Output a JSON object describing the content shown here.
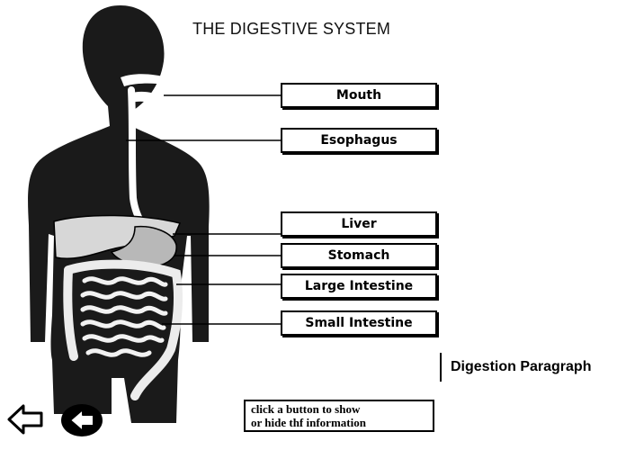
{
  "title": "THE DIGESTIVE SYSTEM",
  "labels": {
    "mouth": "Mouth",
    "esophagus": "Esophagus",
    "liver": "Liver",
    "stomach": "Stomach",
    "large_intestine": "Large Intestine",
    "small_intestine": "Small Intestine"
  },
  "paragraph_button": "Digestion Paragraph",
  "info": {
    "line1": "click a button to show",
    "line2": "or hide thf information"
  },
  "icons": {
    "back": "back-arrow-icon",
    "home": "home-arrow-icon"
  }
}
